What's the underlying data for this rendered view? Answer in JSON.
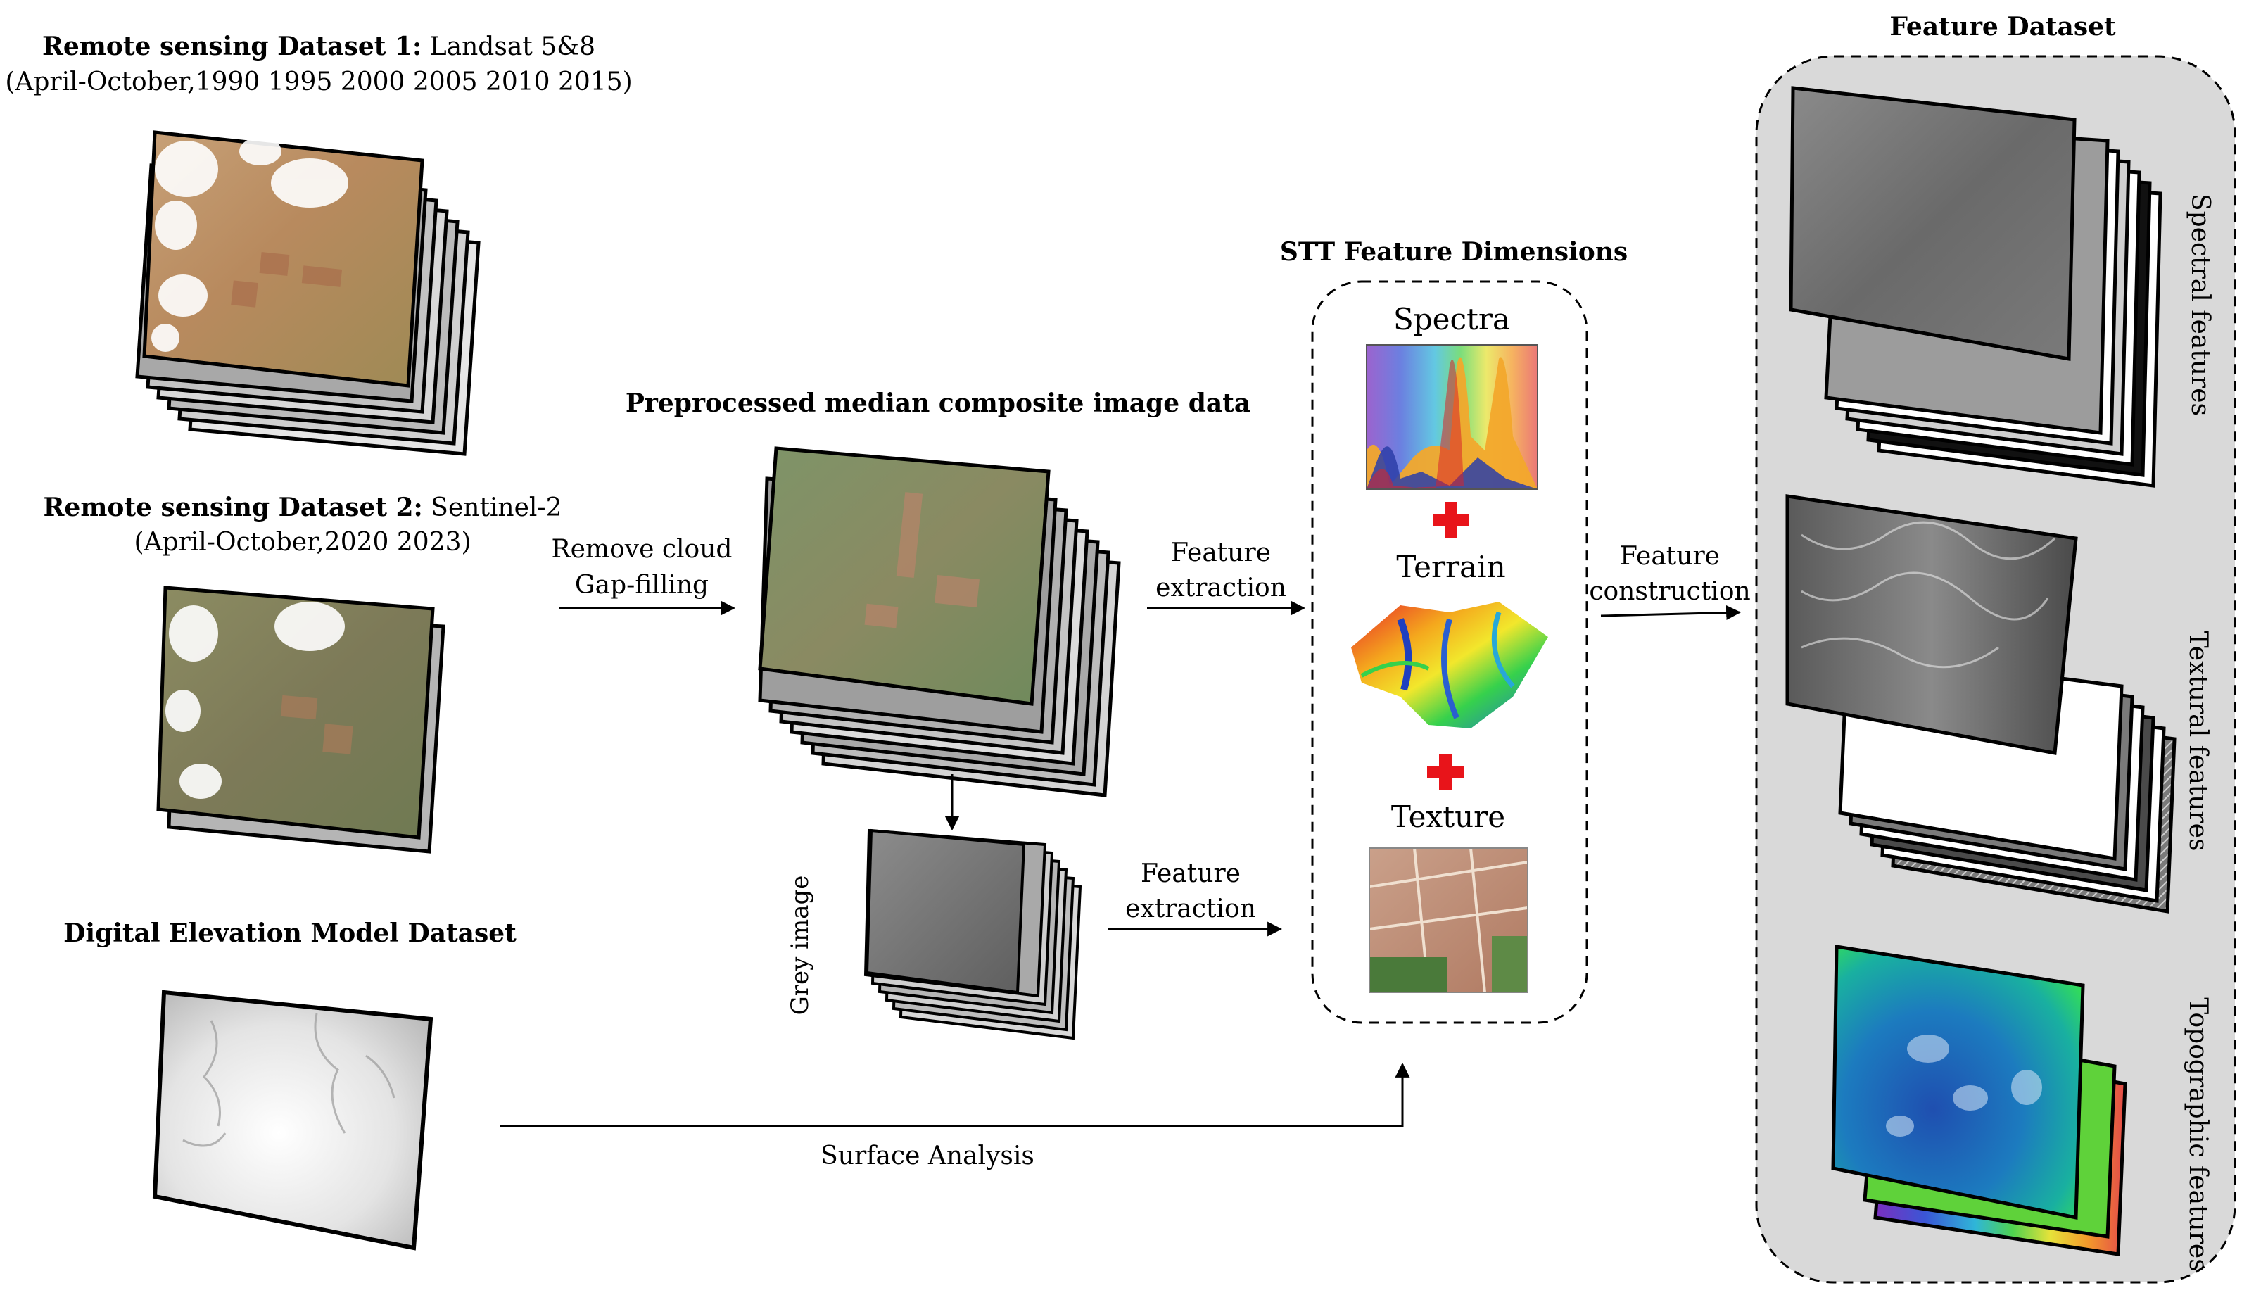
{
  "datasets": {
    "landsat": {
      "title_bold": "Remote sensing Dataset 1:",
      "title_rest": " Landsat 5&8",
      "period": "(April-October,1990 1995 2000 2005 2010 2015)"
    },
    "sentinel": {
      "title_bold": "Remote sensing Dataset 2:",
      "title_rest": " Sentinel-2",
      "period": "(April-October,2020 2023)"
    },
    "dem": {
      "title": "Digital Elevation Model Dataset"
    }
  },
  "preprocessed": {
    "title": "Preprocessed median composite image data"
  },
  "grey": {
    "label": "Grey image"
  },
  "steps": {
    "remove_cloud": "Remove cloud",
    "gap_filling": "Gap-filling",
    "feature": "Feature",
    "extraction": "extraction",
    "construction": "construction",
    "surface_analysis": "Surface Analysis"
  },
  "stt": {
    "title": "STT Feature Dimensions",
    "spectra": "Spectra",
    "terrain": "Terrain",
    "texture": "Texture"
  },
  "feature_dataset": {
    "title": "Feature Dataset",
    "spectral": "Spectral features",
    "textural": "Textural features",
    "topographic": "Topographic features"
  },
  "colors": {
    "arrow": "#000000",
    "panel_fill": "#d9d9d9",
    "plus": "#e8141a"
  }
}
